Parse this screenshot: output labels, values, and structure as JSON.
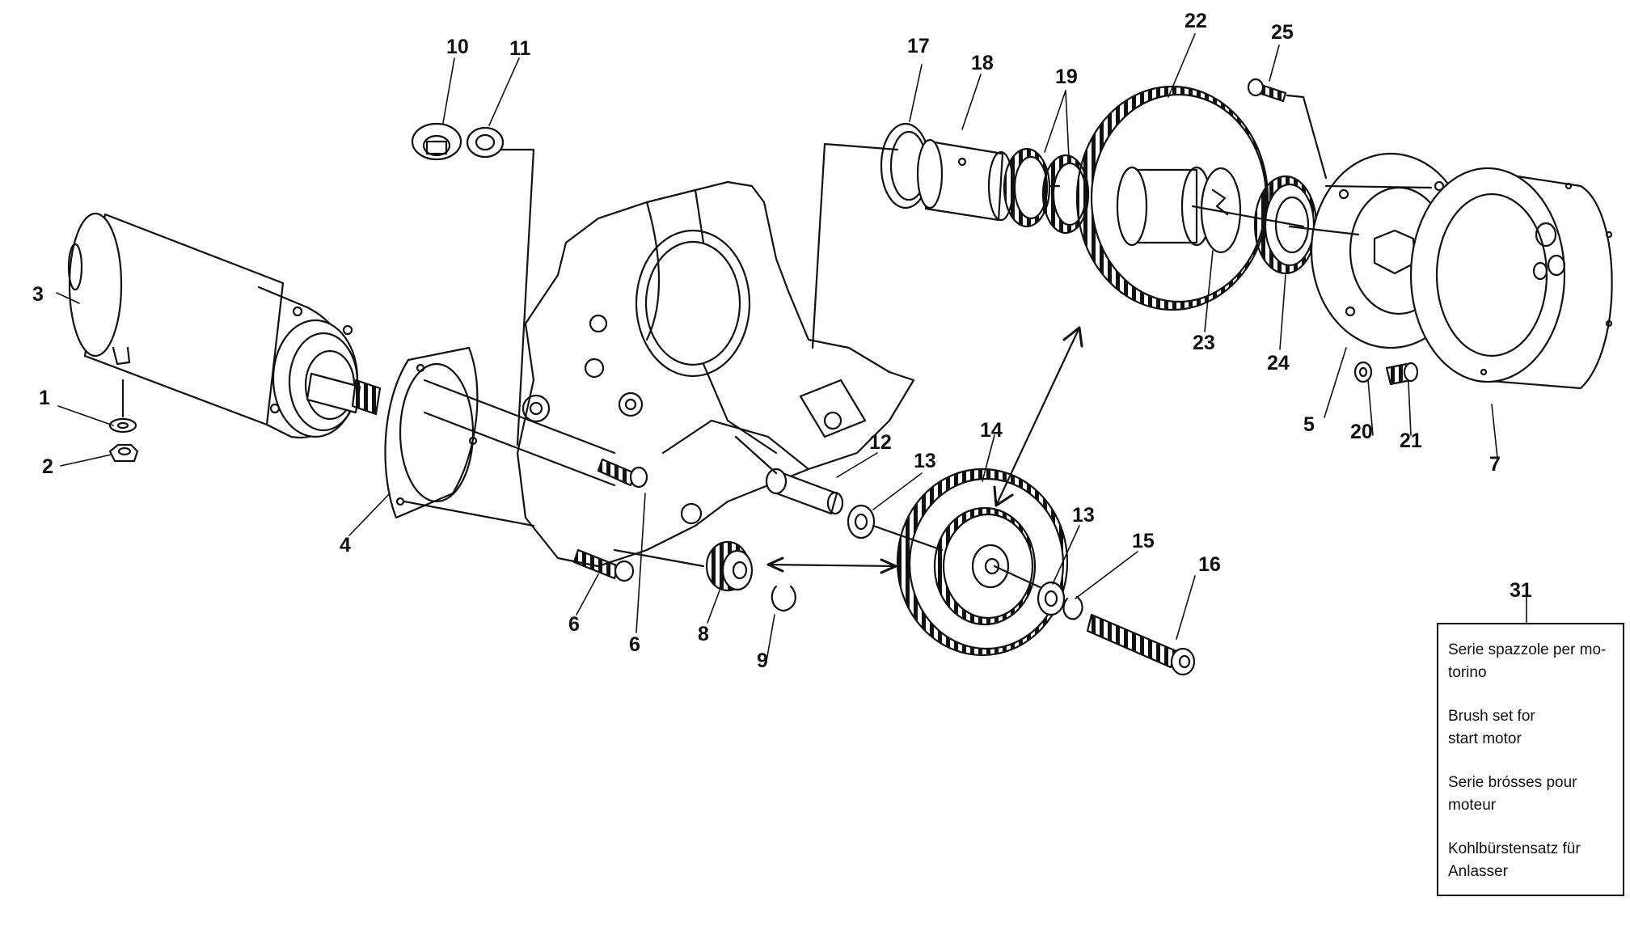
{
  "diagram": {
    "callouts": {
      "n1": "1",
      "n2": "2",
      "n3": "3",
      "n4": "4",
      "n5": "5",
      "n6a": "6",
      "n6b": "6",
      "n7": "7",
      "n8": "8",
      "n9": "9",
      "n10": "10",
      "n11": "11",
      "n12": "12",
      "n13a": "13",
      "n13b": "13",
      "n14": "14",
      "n15": "15",
      "n16": "16",
      "n17": "17",
      "n18": "18",
      "n19": "19",
      "n20": "20",
      "n21": "21",
      "n22": "22",
      "n23": "23",
      "n24": "24",
      "n25": "25"
    },
    "legend": {
      "number": "31",
      "it_1": "Serie spazzole per mo-",
      "it_2": "torino",
      "en_1": "Brush set for",
      "en_2": "start motor",
      "fr_1": "Serie brósses pour",
      "fr_2": "moteur",
      "de_1": "Kohlbürstensatz für",
      "de_2": "Anlasser"
    }
  }
}
